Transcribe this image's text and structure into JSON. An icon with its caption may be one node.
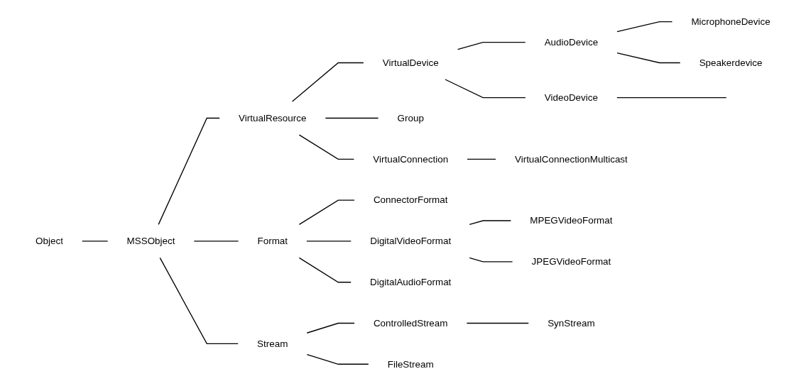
{
  "diagram": {
    "nodes": [
      {
        "text": [
          "Object"
        ]
      },
      {
        "text": [
          "MSSObject"
        ]
      },
      {
        "text": [
          "VirtualResource"
        ]
      },
      {
        "text": [
          "Format"
        ]
      },
      {
        "text": [
          "Stream"
        ]
      },
      {
        "text": [
          "VirtualDevice"
        ]
      },
      {
        "text": [
          "Group"
        ]
      },
      {
        "text": [
          "VirtualConnection"
        ]
      },
      {
        "text": [
          "AudioDevice"
        ]
      },
      {
        "text": [
          "VideoDevice"
        ]
      },
      {
        "text": [
          "MicrophoneDevice"
        ]
      },
      {
        "text": [
          "Speakerdevice"
        ]
      },
      {
        "text": [
          "VirtualConnectionMulticast"
        ]
      },
      {
        "text": [
          "ConnectorFormat"
        ]
      },
      {
        "text": [
          "DigitalVideoFormat"
        ]
      },
      {
        "text": [
          "DigitalAudioFormat"
        ]
      },
      {
        "text": [
          "MPEGVideoFormat"
        ]
      },
      {
        "text": [
          "JPEGVideoFormat"
        ]
      },
      {
        "text": [
          "ControlledStream"
        ]
      },
      {
        "text": [
          "FileStream"
        ]
      },
      {
        "text": [
          "SynStream"
        ]
      }
    ],
    "edges": [
      {
        "from": 0,
        "to": 1,
        "arrow": "none"
      },
      {
        "from": 1,
        "to": 2,
        "arrow": "none"
      },
      {
        "from": 1,
        "to": 3,
        "arrow": "none"
      },
      {
        "from": 1,
        "to": 4,
        "arrow": "none"
      },
      {
        "from": 2,
        "to": 5,
        "arrow": "none"
      },
      {
        "from": 2,
        "to": 6,
        "arrow": "none"
      },
      {
        "from": 2,
        "to": 7,
        "arrow": "none"
      },
      {
        "from": 5,
        "to": 8,
        "arrow": "none"
      },
      {
        "from": 5,
        "to": 9,
        "arrow": "none"
      },
      {
        "from": 8,
        "to": 10,
        "arrow": "none"
      },
      {
        "from": 8,
        "to": 11,
        "arrow": "none"
      },
      {
        "from": 9,
        "to": null,
        "arrow": "none"
      },
      {
        "from": 7,
        "to": 12,
        "arrow": "none"
      },
      {
        "from": 3,
        "to": 13,
        "arrow": "none"
      },
      {
        "from": 3,
        "to": 14,
        "arrow": "none"
      },
      {
        "from": 3,
        "to": 15,
        "arrow": "none"
      },
      {
        "from": 14,
        "to": 16,
        "arrow": "none"
      },
      {
        "from": 14,
        "to": 17,
        "arrow": "none"
      },
      {
        "from": 4,
        "to": 18,
        "arrow": "none"
      },
      {
        "from": 4,
        "to": 19,
        "arrow": "none"
      },
      {
        "from": 18,
        "to": 20,
        "arrow": "none"
      }
    ]
  }
}
